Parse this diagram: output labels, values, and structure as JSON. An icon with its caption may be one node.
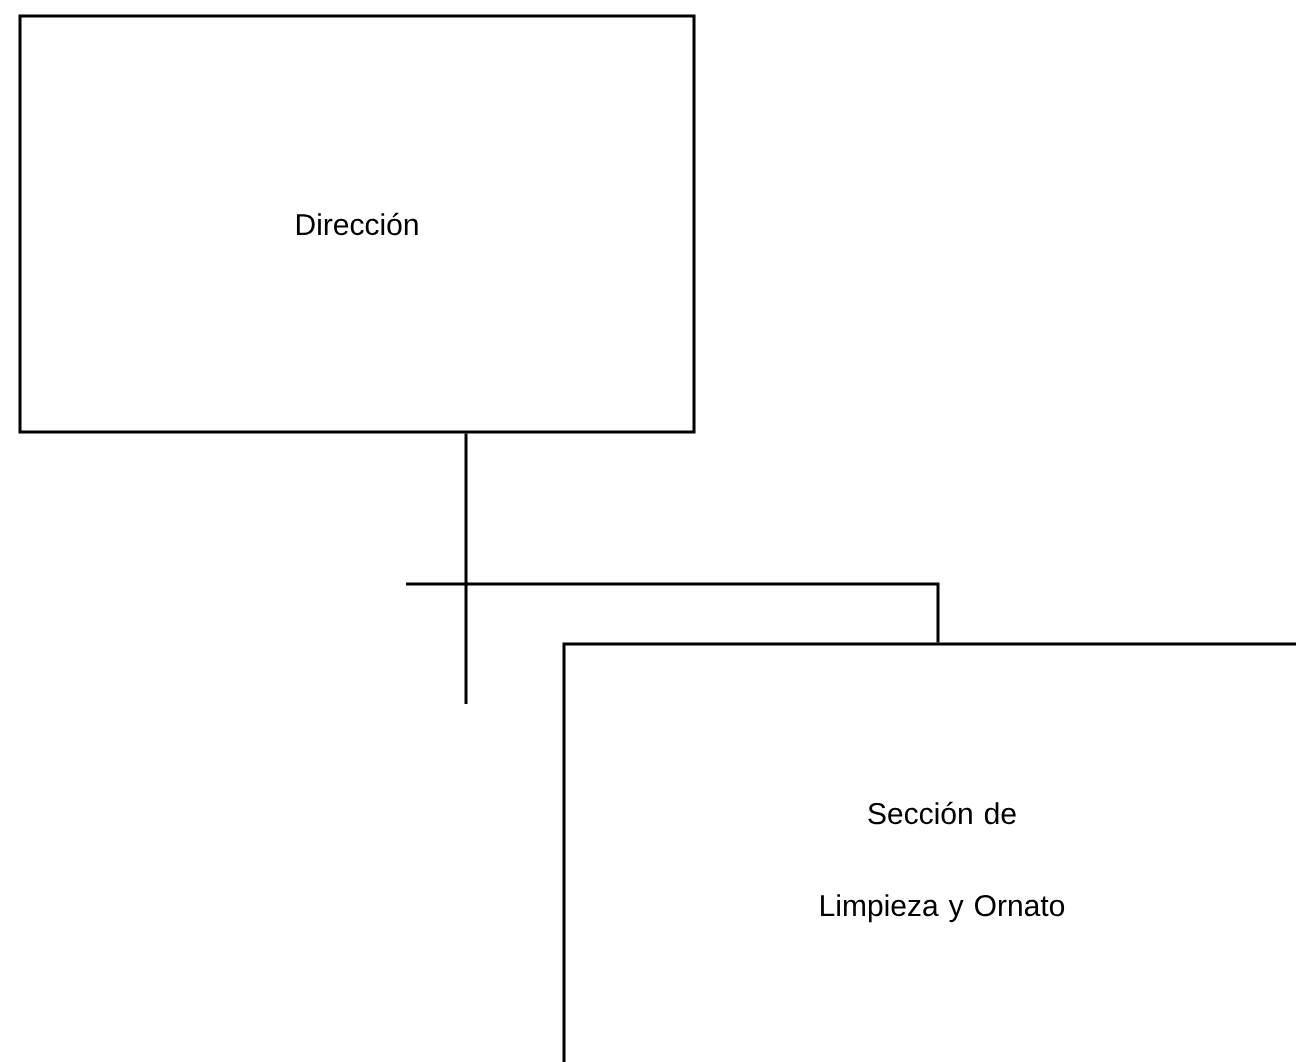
{
  "diagram": {
    "nodes": [
      {
        "text": [
          "Dirección"
        ]
      },
      {
        "text": [
          "Sección de Limpieza y Ornato"
        ]
      }
    ],
    "edges": [
      {
        "from": 0,
        "to": 1,
        "arrow": "none"
      }
    ]
  }
}
